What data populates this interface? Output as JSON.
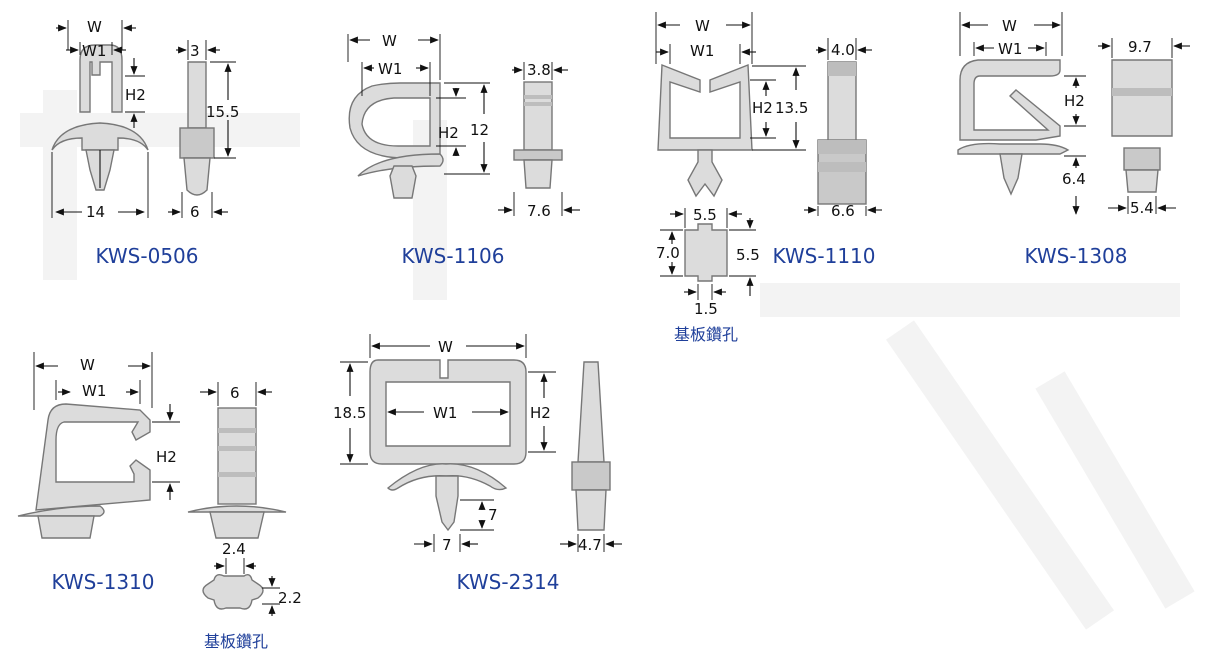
{
  "products": [
    {
      "model": "KWS-0506",
      "dims": {
        "w": "W",
        "w1": "W1",
        "h2": "H2",
        "height": "15.5",
        "thick": "3",
        "base_width": "14",
        "base_thick": "6"
      }
    },
    {
      "model": "KWS-1106",
      "dims": {
        "w": "W",
        "w1": "W1",
        "h2": "H2",
        "height": "12",
        "thick": "3.8",
        "base_thick": "7.6"
      }
    },
    {
      "model": "KWS-1110",
      "dims": {
        "w": "W",
        "w1": "W1",
        "h2": "H2",
        "height": "13.5",
        "thick": "4.0",
        "base_thick": "6.6"
      },
      "hole": {
        "label": "基板鑽孔",
        "top": "5.5",
        "left": "7.0",
        "right": "5.5",
        "bottom": "1.5"
      }
    },
    {
      "model": "KWS-1308",
      "dims": {
        "w": "W",
        "w1": "W1",
        "h2": "H2",
        "height": "6.4",
        "thick": "9.7",
        "base_thick": "5.4"
      }
    },
    {
      "model": "KWS-1310",
      "dims": {
        "w": "W",
        "w1": "W1",
        "h2": "H2",
        "thick": "6"
      },
      "hole": {
        "label": "基板鑽孔",
        "width": "2.4",
        "height": "2.2"
      }
    },
    {
      "model": "KWS-2314",
      "dims": {
        "w": "W",
        "w1": "W1",
        "h2": "H2",
        "height": "18.5",
        "leg_height": "7",
        "leg_width": "7",
        "base_thick": "4.7"
      }
    }
  ]
}
